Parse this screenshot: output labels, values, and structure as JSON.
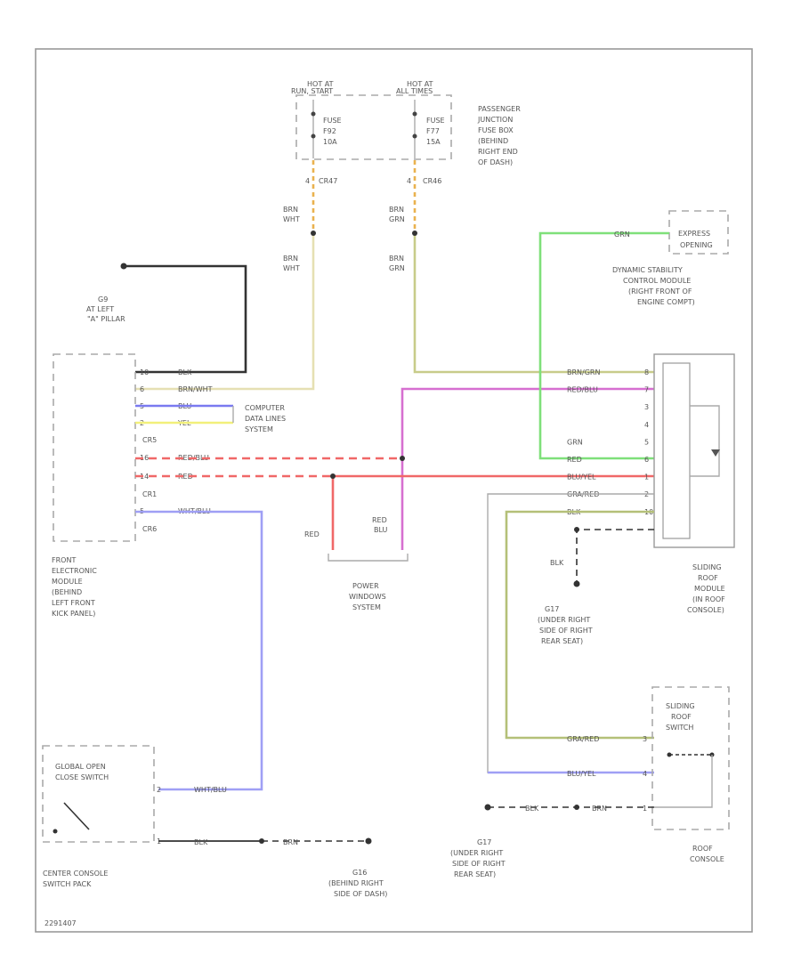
{
  "fuse_block": {
    "hot1_line1": "HOT AT",
    "hot1_line2": "RUN, START",
    "hot2_line1": "HOT AT",
    "hot2_line2": "ALL TIMES",
    "fuse1": [
      "FUSE",
      "F92",
      "10A"
    ],
    "fuse2": [
      "FUSE",
      "F77",
      "15A"
    ],
    "box_label": [
      "PASSENGER",
      "JUNCTION",
      "FUSE BOX",
      "(BEHIND",
      "RIGHT END",
      "OF DASH)"
    ],
    "conn1": "4",
    "conn1_id": "CR47",
    "conn2": "4",
    "conn2_id": "CR46"
  },
  "wires_top": {
    "left_upper": [
      "BRN",
      "WHT"
    ],
    "left_lower": [
      "BRN",
      "WHT"
    ],
    "right_upper": [
      "BRN",
      "GRN"
    ],
    "right_lower": [
      "BRN",
      "GRN"
    ]
  },
  "ground_g9": [
    "G9",
    "AT LEFT",
    "\"A\" PILLAR"
  ],
  "front_module": {
    "label": [
      "FRONT",
      "ELECTRONIC",
      "MODULE",
      "(BEHIND",
      "LEFT FRONT",
      "KICK PANEL)"
    ],
    "pins": [
      {
        "pin": "10",
        "wire": "BLK"
      },
      {
        "pin": "6",
        "wire": "BRN/WHT"
      },
      {
        "pin": "5",
        "wire": "BLU"
      },
      {
        "pin": "2",
        "wire": "YEL"
      }
    ],
    "conn_cr5": "CR5",
    "pins2": [
      {
        "pin": "16",
        "wire": "RED/BLU"
      },
      {
        "pin": "14",
        "wire": "RED"
      }
    ],
    "conn_cr1": "CR1",
    "pins3": [
      {
        "pin": "5",
        "wire": "WHT/BLU"
      }
    ],
    "conn_cr6": "CR6"
  },
  "computer_data_lines": [
    "COMPUTER",
    "DATA LINES",
    "SYSTEM"
  ],
  "power_windows": {
    "wire_red": "RED",
    "wire_redblu": [
      "RED",
      "BLU"
    ],
    "label": [
      "POWER",
      "WINDOWS",
      "SYSTEM"
    ]
  },
  "express": [
    "EXPRESS",
    "OPENING"
  ],
  "dsc_module": [
    "DYNAMIC STABILITY",
    "CONTROL MODULE",
    "(RIGHT FRONT OF",
    "ENGINE COMPT)"
  ],
  "roof_module": {
    "pins": [
      {
        "pin": "8",
        "wire": "BRN/GRN"
      },
      {
        "pin": "7",
        "wire": "RED/BLU"
      },
      {
        "pin": "3",
        "wire": ""
      },
      {
        "pin": "4",
        "wire": ""
      },
      {
        "pin": "5",
        "wire": "GRN"
      },
      {
        "pin": "6",
        "wire": "RED"
      },
      {
        "pin": "1",
        "wire": "BLU/YEL"
      },
      {
        "pin": "2",
        "wire": "GRA/RED"
      },
      {
        "pin": "10",
        "wire": "BLK"
      }
    ],
    "label": [
      "SLIDING",
      "ROOF",
      "MODULE",
      "(IN ROOF",
      "CONSOLE)"
    ]
  },
  "ground_g17_a": {
    "wire": "BLK",
    "label": [
      "G17",
      "(UNDER RIGHT",
      "SIDE OF RIGHT",
      "REAR SEAT)"
    ]
  },
  "sliding_switch": {
    "label": [
      "SLIDING",
      "ROOF",
      "SWITCH"
    ],
    "pins": [
      {
        "pin": "3",
        "wire": "GRA/RED"
      },
      {
        "pin": "4",
        "wire": "BLU/YEL"
      },
      {
        "pin": "1",
        "wire": "BRN"
      }
    ],
    "blk": "BLK",
    "console": [
      "ROOF",
      "CONSOLE"
    ]
  },
  "ground_g17_b": [
    "G17",
    "(UNDER RIGHT",
    "SIDE OF RIGHT",
    "REAR SEAT)"
  ],
  "global_switch": {
    "label": [
      "GLOBAL OPEN",
      "CLOSE SWITCH"
    ],
    "pin1": "2",
    "pin1_wire": "WHT/BLU",
    "pin2": "1",
    "pin2_wire": "BLK",
    "brn": "BRN",
    "panel": [
      "CENTER CONSOLE",
      "SWITCH PACK"
    ]
  },
  "ground_g16": [
    "G16",
    "(BEHIND RIGHT",
    "SIDE OF DASH)"
  ],
  "footer_code": "2291407",
  "colors": {
    "brn_wht": "#e6e0b3",
    "brn_grn": "#c8cc8a",
    "green": "#7fe07a",
    "magenta": "#d66fd0",
    "blue": "#7a7af0",
    "yellow": "#f2f07a",
    "red": "#f06868",
    "olive": "#b4c078",
    "black": "#333333"
  }
}
